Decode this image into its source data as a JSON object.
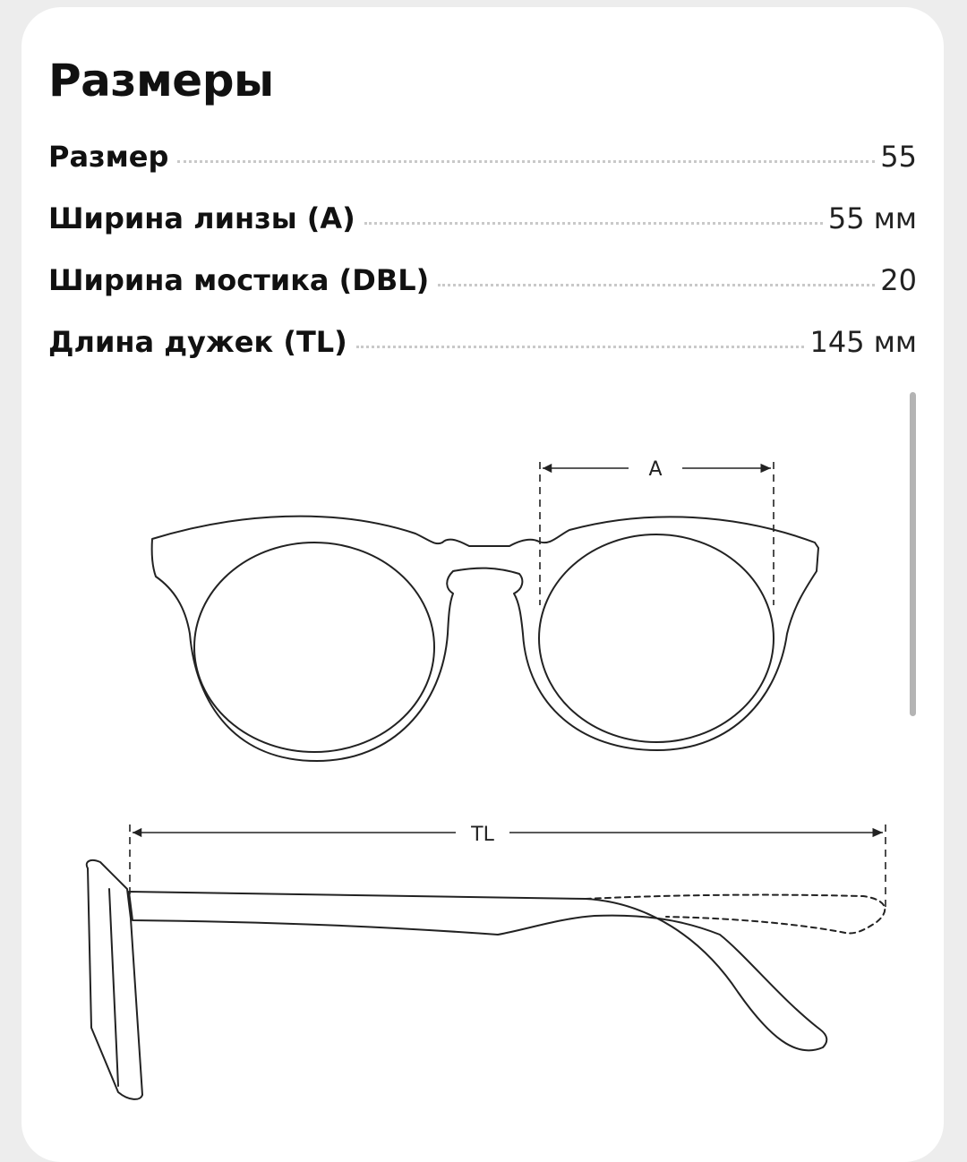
{
  "section": {
    "title": "Размеры"
  },
  "specs": [
    {
      "label": "Размер",
      "value": "55"
    },
    {
      "label": "Ширина линзы (A)",
      "value": "55 мм"
    },
    {
      "label": "Ширина мостика (DBL)",
      "value": "20"
    },
    {
      "label": "Длина дужек (TL)",
      "value": "145 мм"
    }
  ],
  "diagram": {
    "lens_width_marker": "A",
    "temple_length_marker": "TL"
  }
}
